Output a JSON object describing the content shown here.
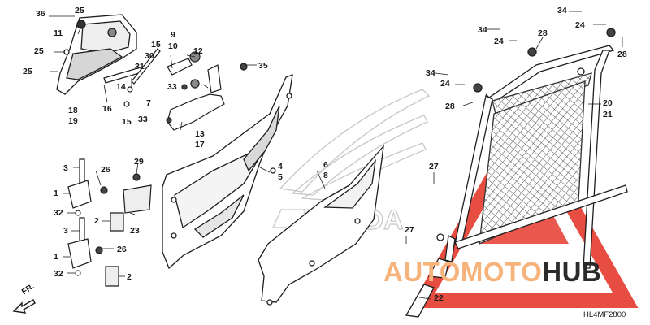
{
  "diagram": {
    "code": "HL4MF2800",
    "front_marker": "FR.",
    "brand_outline_text": "HONDA",
    "watermark": {
      "part_a": "AUTOMOTO",
      "part_b": "HUB",
      "color_a": "#f6b47c",
      "color_b": "#2b2b2b",
      "triangle_color": "#e63a2e"
    },
    "callouts": {
      "c36": "36",
      "c25a": "25",
      "c11": "11",
      "c25b": "25",
      "c25c": "25",
      "c18": "18",
      "c19": "19",
      "c16": "16",
      "c14": "14",
      "c7": "7",
      "c15a": "15",
      "c15b": "15",
      "c31": "31",
      "c30": "30",
      "c9": "9",
      "c10": "10",
      "c12": "12",
      "c35": "35",
      "c33a": "33",
      "c33b": "33",
      "c13": "13",
      "c17": "17",
      "c3a": "3",
      "c26a": "26",
      "c1a": "1",
      "c32a": "32",
      "c2a": "2",
      "c29": "29",
      "c23": "23",
      "c3b": "3",
      "c1b": "1",
      "c26b": "26",
      "c32b": "32",
      "c2b": "2",
      "c4": "4",
      "c5": "5",
      "c6": "6",
      "c8": "8",
      "c27a": "27",
      "c27b": "27",
      "c34a": "34",
      "c24a": "24",
      "c28a": "28",
      "c34b": "34",
      "c24b": "24",
      "c28b": "28",
      "c34c": "34",
      "c24c": "24",
      "c28c": "28",
      "c20": "20",
      "c21": "21",
      "c22": "22"
    }
  }
}
